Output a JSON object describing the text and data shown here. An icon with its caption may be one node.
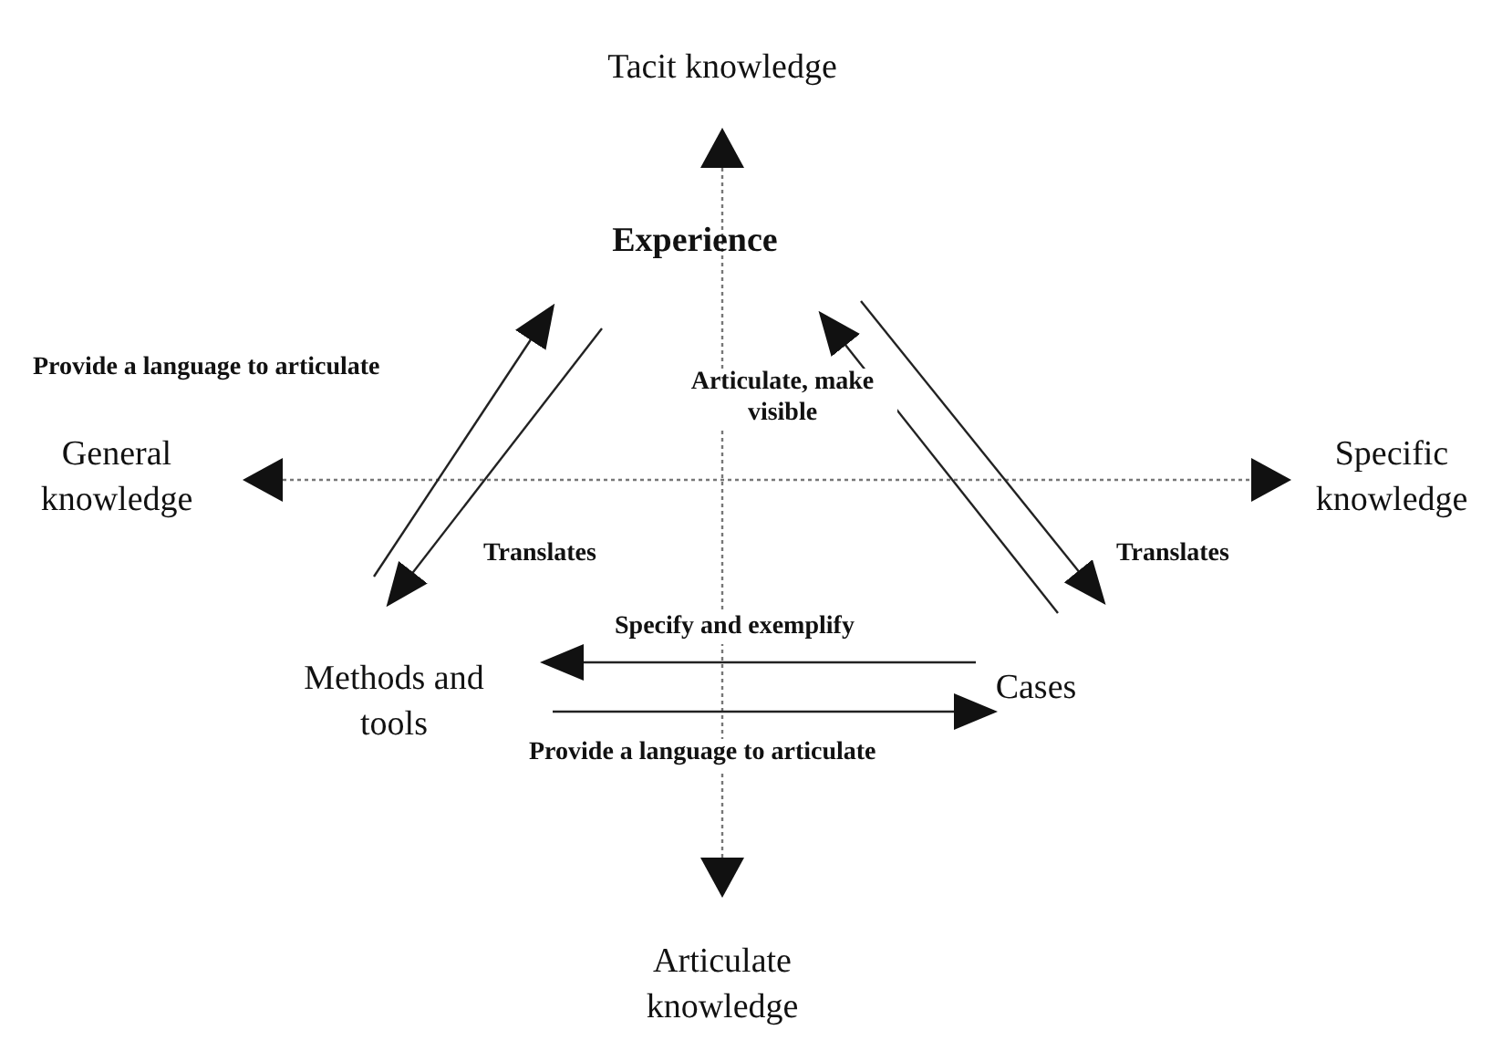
{
  "diagram": {
    "nodes": [
      {
        "text": [
          "Experience"
        ]
      },
      {
        "text": [
          "Methods and tools"
        ]
      },
      {
        "text": [
          "Cases"
        ]
      }
    ],
    "edges": [
      {
        "from": 1,
        "to": 0,
        "arrow": "to",
        "label": "Provide a language to articulate"
      },
      {
        "from": 0,
        "to": 1,
        "arrow": "to",
        "label": "Translates"
      },
      {
        "from": 2,
        "to": 0,
        "arrow": "to",
        "label": "Articulate, make visible"
      },
      {
        "from": 0,
        "to": 2,
        "arrow": "to",
        "label": "Translates"
      },
      {
        "from": 2,
        "to": 1,
        "arrow": "to",
        "label": "Specify and exemplify"
      },
      {
        "from": 1,
        "to": 2,
        "arrow": "to",
        "label": "Provide a language to articulate"
      }
    ],
    "labels": [
      "Tacit knowledge",
      "General knowledge",
      "Specific knowledge",
      "Articulate knowledge"
    ]
  }
}
